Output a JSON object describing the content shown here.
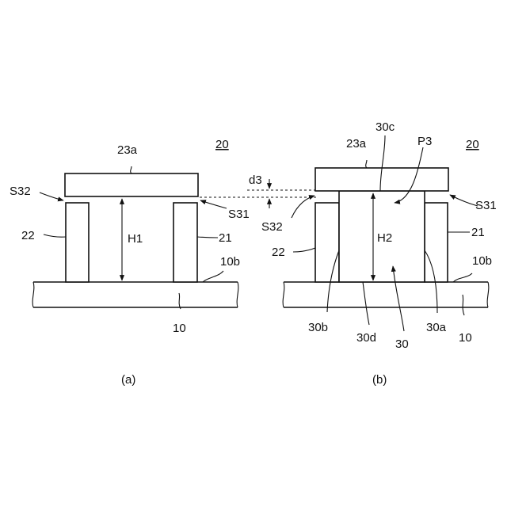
{
  "figure_ref": "20",
  "panels": {
    "a": {
      "caption": "(a)",
      "labels": {
        "top_plate": "23a",
        "surface_left": "S32",
        "surface_right": "S31",
        "left_post": "22",
        "right_post": "21",
        "height": "H1",
        "base_surface": "10b",
        "base": "10"
      }
    },
    "b": {
      "caption": "(b)",
      "labels": {
        "top_plate": "23a",
        "insert_top": "30c",
        "point": "P3",
        "gap": "d3",
        "surface_right": "S31",
        "surface_left": "S32",
        "left_post": "22",
        "right_post": "21",
        "height": "H2",
        "base_surface": "10b",
        "insert_left": "30b",
        "insert_bottom": "30d",
        "insert": "30",
        "insert_right": "30a",
        "base": "10"
      }
    }
  }
}
